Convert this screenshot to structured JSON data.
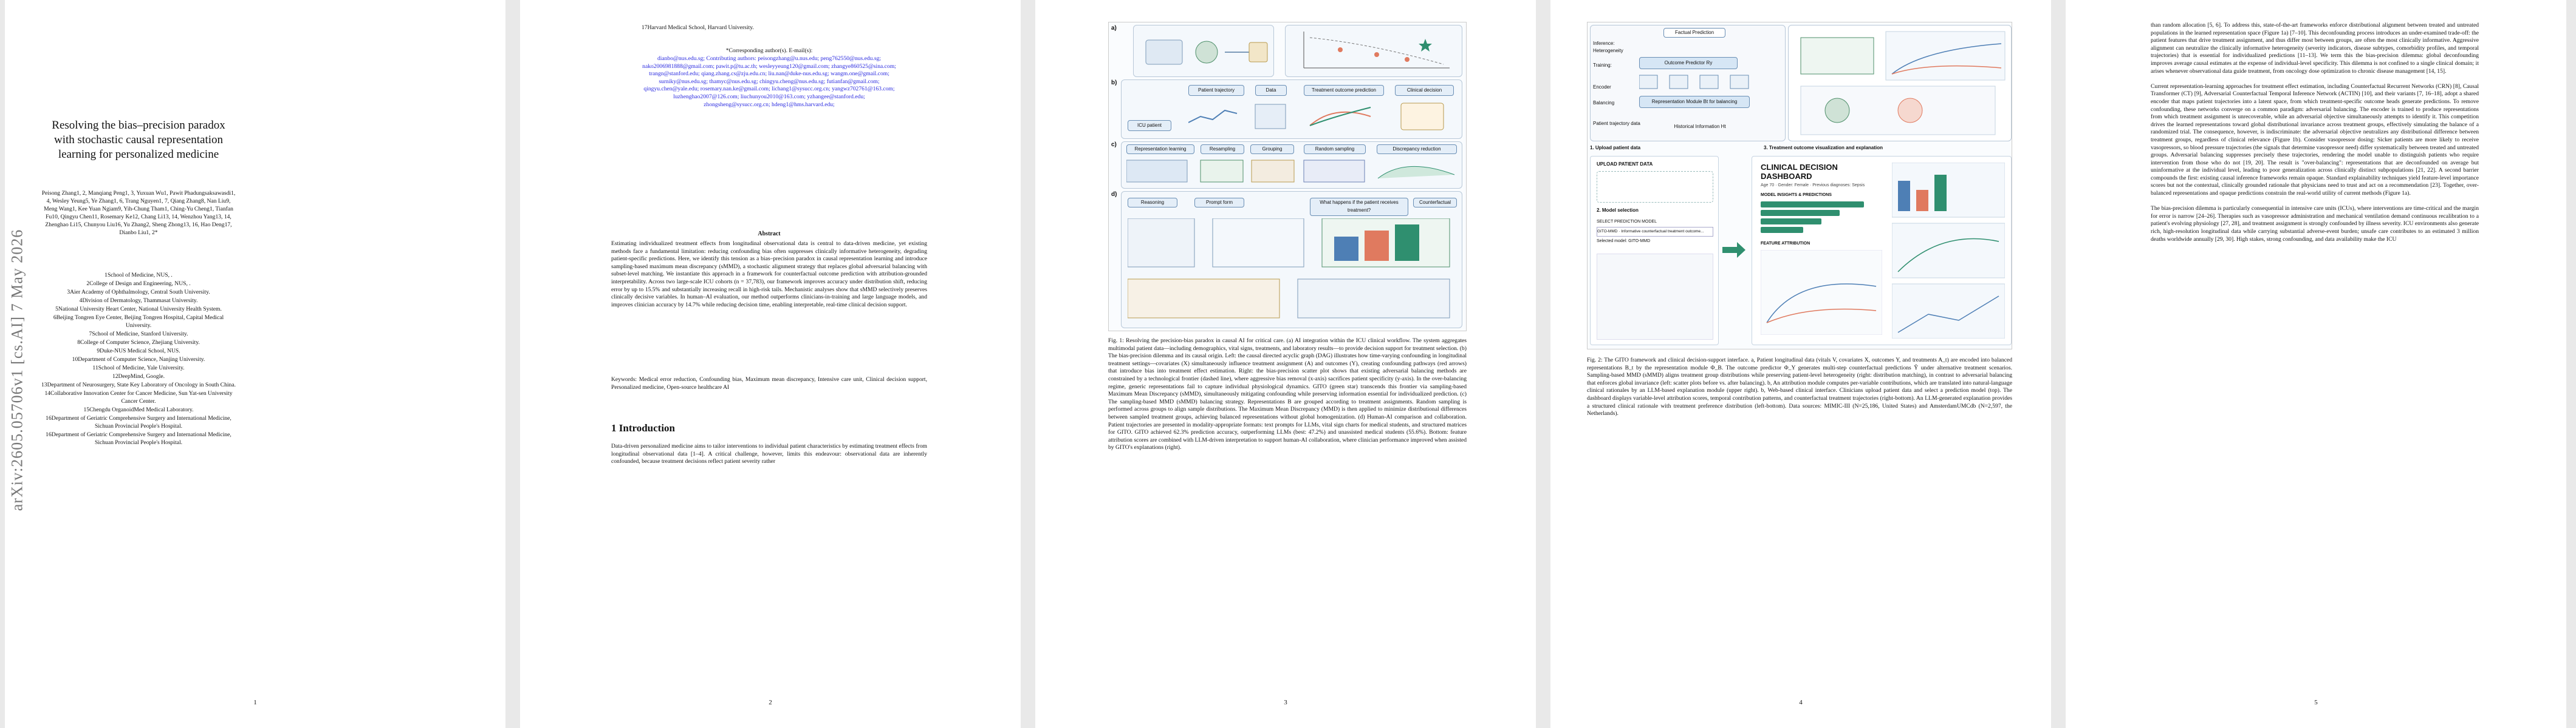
{
  "arxiv_id": "arXiv:2605.05706v1  [cs.AI]  7 May 2026",
  "page1": {
    "title": "Resolving the bias–precision paradox with stochastic causal representation learning for personalized medicine",
    "authors": "Peisong Zhang1, 2, Manqiang Peng1, 3, Yuxuan Wu1, Pawit Phadungsaksawasdi1, 4, Wesley Yeung5, Ye Zhang1, 6, Trang Nguyen1, 7, Qiang Zhang8, Nan Liu9, Meng Wang1, Kee Yuan Ngiam9, Yih-Chung Tham1, Ching-Yu Cheng1, Tianfan Fu10, Qingyu Chen11, Rosemary Ke12, Chang Li13, 14, Wenzhou Yang13, 14, Zhenghao Li15, Chunyou Liu16, Yu Zhang2, Sheng Zhong13, 16, Hao Deng17, Dianbo Liu1, 2*",
    "affiliations": [
      "1School of Medicine, NUS, .",
      "2College of Design and Engineering, NUS, .",
      "3Aier Academy of Ophthalmology, Central South University.",
      "4Division of Dermatology, Thammasat University.",
      "5National University Heart Center, National University Health System.",
      "6Beijing Tongren Eye Center, Beijing Tongren Hospital, Capital Medical University.",
      "7School of Medicine, Stanford University.",
      "8College of Computer Science, Zhejiang University.",
      "9Duke-NUS Medical School, NUS.",
      "10Department of Computer Science, Nanjing University.",
      "11School of Medicine, Yale University.",
      "12DeepMind, Google.",
      "13Department of Neurosurgery, State Key Laboratory of Oncology in South China.",
      "14Collaborative Innovation Center for Cancer Medicine, Sun Yat-sen University Cancer Center.",
      "15Chengdu OrganoidMed Medical Laboratory.",
      "16Department of Geriatric Comprehensive Surgery and International Medicine, Sichuan Provincial People's Hospital.",
      "16Department of Geriatric Comprehensive Surgery and International Medicine, Sichuan Provincial People's Hospital."
    ],
    "page_number": "1"
  },
  "page2": {
    "affil17": "17Harvard Medical School, Harvard University.",
    "corresponding": "*Corresponding author(s). E-mail(s):",
    "emails": "dianbo@nus.edu.sg; Contributing authors: peisongzhang@u.nus.edu; peng762550@nus.edu.sg; nako2006981888@gmail.com; pawit.p@tu.ac.th; wesleyyeung120@gmail.com; zhangye860525@sina.com; trangn@stanford.edu; qiang.zhang.cs@zju.edu.cn; liu.nan@duke-nus.edu.sg; wangm.one@gmail.com; surniky@nus.edu.sg; thamyc@nus.edu.sg; chingyu.cheng@nus.edu.sg; futianfan@gmail.com; qingyu.chen@yale.edu; rosemary.nan.ke@gmail.com; lichang1@sysucc.org.cn; yangwz702761@163.com; luzhenghao2007@126.com; liuchunyou2010@163.com; yzhangee@stanford.edu; zhongsheng@sysucc.org.cn; hdeng1@hms.harvard.edu;",
    "abstract_title": "Abstract",
    "abstract": "Estimating individualized treatment effects from longitudinal observational data is central to data-driven medicine, yet existing methods face a fundamental limitation: reducing confounding bias often suppresses clinically informative heterogeneity, degrading patient-specific predictions. Here, we identify this tension as a bias–precision paradox in causal representation learning and introduce sampling-based maximum mean discrepancy (sMMD), a stochastic alignment strategy that replaces global adversarial balancing with subset-level matching. We instantiate this approach in a framework for counterfactual outcome prediction with attribution-grounded interpretability. Across two large-scale ICU cohorts (n = 37,783), our framework improves accuracy under distribution shift, reducing error by up to 15.5% and substantially increasing recall in high-risk tails. Mechanistic analyses show that sMMD selectively preserves clinically decisive variables. In human–AI evaluation, our method outperforms clinicians-in-training and large language models, and improves clinician accuracy by 14.7% while reducing decision time, enabling interpretable, real-time clinical decision support.",
    "keywords": "Keywords: Medical error reduction, Confounding bias, Maximum mean discrepancy, Intensive care unit, Clinical decision support, Personalized medicine, Open-source healthcare AI",
    "intro_heading": "1  Introduction",
    "intro": "Data-driven personalized medicine aims to tailor interventions to individual patient characteristics by estimating treatment effects from longitudinal observational data [1–4]. A critical challenge, however, limits this endeavour: observational data are inherently confounded, because treatment decisions reflect patient severity rather",
    "page_number": "2"
  },
  "page3": {
    "fig_panel_labels": [
      "a)",
      "b)",
      "c)",
      "d)"
    ],
    "fig_texts": [
      "ICU patient",
      "Patient trajectory",
      "Data",
      "Treatment outcome prediction",
      "Clinical decision",
      "Representation learning",
      "Resampling",
      "Grouping",
      "Random sampling",
      "Discrepancy reduction",
      "Reasoning",
      "What happens if the patient receives treatment?",
      "Prompt form",
      "Counterfactual"
    ],
    "caption": "Fig. 1: Resolving the precision-bias paradox in causal AI for critical care. (a) AI integration within the ICU clinical workflow. The system aggregates multimodal patient data—including demographics, vital signs, treatments, and laboratory results—to provide decision support for treatment selection. (b) The bias-precision dilemma and its causal origin. Left: the causal directed acyclic graph (DAG) illustrates how time-varying confounding in longitudinal treatment settings—covariates (X) simultaneously influence treatment assignment (A) and outcomes (Y), creating confounding pathways (red arrows) that introduce bias into treatment effect estimation. Right: the bias-precision scatter plot shows that existing adversarial balancing methods are constrained by a technological frontier (dashed line), where aggressive bias removal (x-axis) sacrifices patient specificity (y-axis). In the over-balancing regime, generic representations fail to capture individual physiological dynamics. GITO (green star) transcends this frontier via sampling-based Maximum Mean Discrepancy (sMMD), simultaneously mitigating confounding while preserving information essential for individualized prediction. (c) The sampling-based MMD (sMMD) balancing strategy. Representations B are grouped according to treatment assignments. Random sampling is performed across groups to align sample distributions. The Maximum Mean Discrepancy (MMD) is then applied to minimize distributional differences between sampled treatment groups, achieving balanced representations without global homogenization. (d) Human-AI comparison and collaboration. Patient trajectories are presented in modality-appropriate formats: text prompts for LLMs, vital sign charts for medical students, and structured matrices for GITO. GITO achieved 62.3% prediction accuracy, outperforming LLMs (best: 47.2%) and unassisted medical students (55.6%). Bottom: feature attribution scores are combined with LLM-driven interpretation to support human-AI collaboration, where clinician performance improved when assisted by GITO's explanations (right).",
    "page_number": "3"
  },
  "page4": {
    "fig_texts": [
      "Factual Prediction",
      "Inference:",
      "Heterogeneity",
      "Training:",
      "Outcome Predictor Ry",
      "Encoder",
      "Balancing",
      "Representation Module Bt for balancing",
      "Patient trajectory data",
      "Historical Information Ht",
      "1. Upload patient data",
      "2. Model selection",
      "3. Treatment outcome visualization and explanation"
    ],
    "dashboard_title": "CLINICAL DECISION DASHBOARD",
    "dashboard_sub": "Age 70 · Gender: Female · Previous diagnoses: Sepsis",
    "dashboard_models": "MODEL INSIGHTS & PREDICTIONS",
    "dashboard_attr": "FEATURE ATTRIBUTION",
    "upload_label": "UPLOAD PATIENT DATA",
    "select_label": "SELECT PREDICTION MODEL",
    "select_value": "GITO-MMD · Informative counterfactual treatment outcome...",
    "selected_model": "Selected model: GITO-MMD",
    "caption": "Fig. 2: The GITO framework and clinical decision-support interface. a, Patient longitudinal data (vitals V, covariates X, outcomes Y, and treatments A_t) are encoded into balanced representations B_t by the representation module Φ_B. The outcome predictor Φ_Y generates multi-step counterfactual predictions Ŷ under alternative treatment scenarios. Sampling-based MMD (sMMD) aligns treatment group distributions while preserving patient-level heterogeneity (right: distribution matching), in contrast to adversarial balancing that enforces global invariance (left: scatter plots before vs. after balancing). b, An attribution module computes per-variable contributions, which are translated into natural-language clinical rationales by an LLM-based explanation module (upper right). b, Web-based clinical interface. Clinicians upload patient data and select a prediction model (top). The dashboard displays variable-level attribution scores, temporal contribution patterns, and counterfactual treatment trajectories (right-bottom). An LLM-generated explanation provides a structured clinical rationale with treatment preference distribution (left-bottom). Data sources: MIMIC-III (N=25,186, United States) and AmsterdamUMCdb (N=2,597, the Netherlands).",
    "page_number": "4"
  },
  "page5": {
    "text": "than random allocation [5, 6]. To address this, state-of-the-art frameworks enforce distributional alignment between treated and untreated populations in the learned representation space (Figure 1a) [7–10]. This deconfounding process introduces an under-examined trade-off: the patient features that drive treatment assignment, and thus differ most between groups, are often the most clinically informative. Aggressive alignment can neutralize the clinically informative heterogeneity (severity indicators, disease subtypes, comorbidity profiles, and temporal trajectories) that is essential for individualized predictions [11–13]. We term this the bias-precision dilemma: global deconfounding improves average causal estimates at the expense of individual-level specificity. This dilemma is not confined to a single clinical domain; it arises whenever observational data guide treatment, from oncology dose optimization to chronic disease management [14, 15].\n\nCurrent representation-learning approaches for treatment effect estimation, including Counterfactual Recurrent Networks (CRN) [8], Causal Transformer (CT) [9], Adversarial Counterfactual Temporal Inference Network (ACTIN) [10], and their variants [7, 16–18], adopt a shared encoder that maps patient trajectories into a latent space, from which treatment-specific outcome heads generate predictions. To remove confounding, these networks converge on a common paradigm: adversarial balancing. The encoder is trained to produce representations from which treatment assignment is unrecoverable, while an adversarial objective simultaneously attempts to identify it. This competition drives the learned representations toward global distributional invariance across treatment groups, effectively simulating the balance of a randomized trial. The consequence, however, is indiscriminate: the adversarial objective neutralizes any distributional difference between treatment groups, regardless of clinical relevance (Figure 1b). Consider vasopressor dosing: Sicker patients are more likely to receive vasopressors, so blood pressure trajectories (the signals that determine vasopressor need) differ systematically between treated and untreated groups. Adversarial balancing suppresses precisely these trajectories, rendering the model unable to distinguish patients who require intervention from those who do not [19, 20]. The result is \"over-balancing\": representations that are deconfounded on average but uninformative at the individual level, leading to poor generalization across clinically distinct subpopulations [21, 22]. A second barrier compounds the first: existing causal inference frameworks remain opaque. Standard explainability techniques yield feature-level importance scores but not the contextual, clinically grounded rationale that physicians need to trust and act on a recommendation [23]. Together, over-balanced representations and opaque predictions constrain the real-world utility of current methods (Figure 1a).\n\nThe bias-precision dilemma is particularly consequential in intensive care units (ICUs), where interventions are time-critical and the margin for error is narrow [24–26]. Therapies such as vasopressor administration and mechanical ventilation demand continuous recalibration to a patient's evolving physiology [27, 28], and treatment assignment is strongly confounded by illness severity. ICU environments also generate rich, high-resolution longitudinal data while carrying substantial adverse-event burden; unsafe care contributes to an estimated 3 million deaths worldwide annually [29, 30]. High stakes, strong confounding, and data availability make the ICU",
    "page_number": "5"
  },
  "colors": {
    "link": "#2a2ae0",
    "accent_green": "#2f8f6f",
    "figure_blue": "#6a8fb5"
  }
}
